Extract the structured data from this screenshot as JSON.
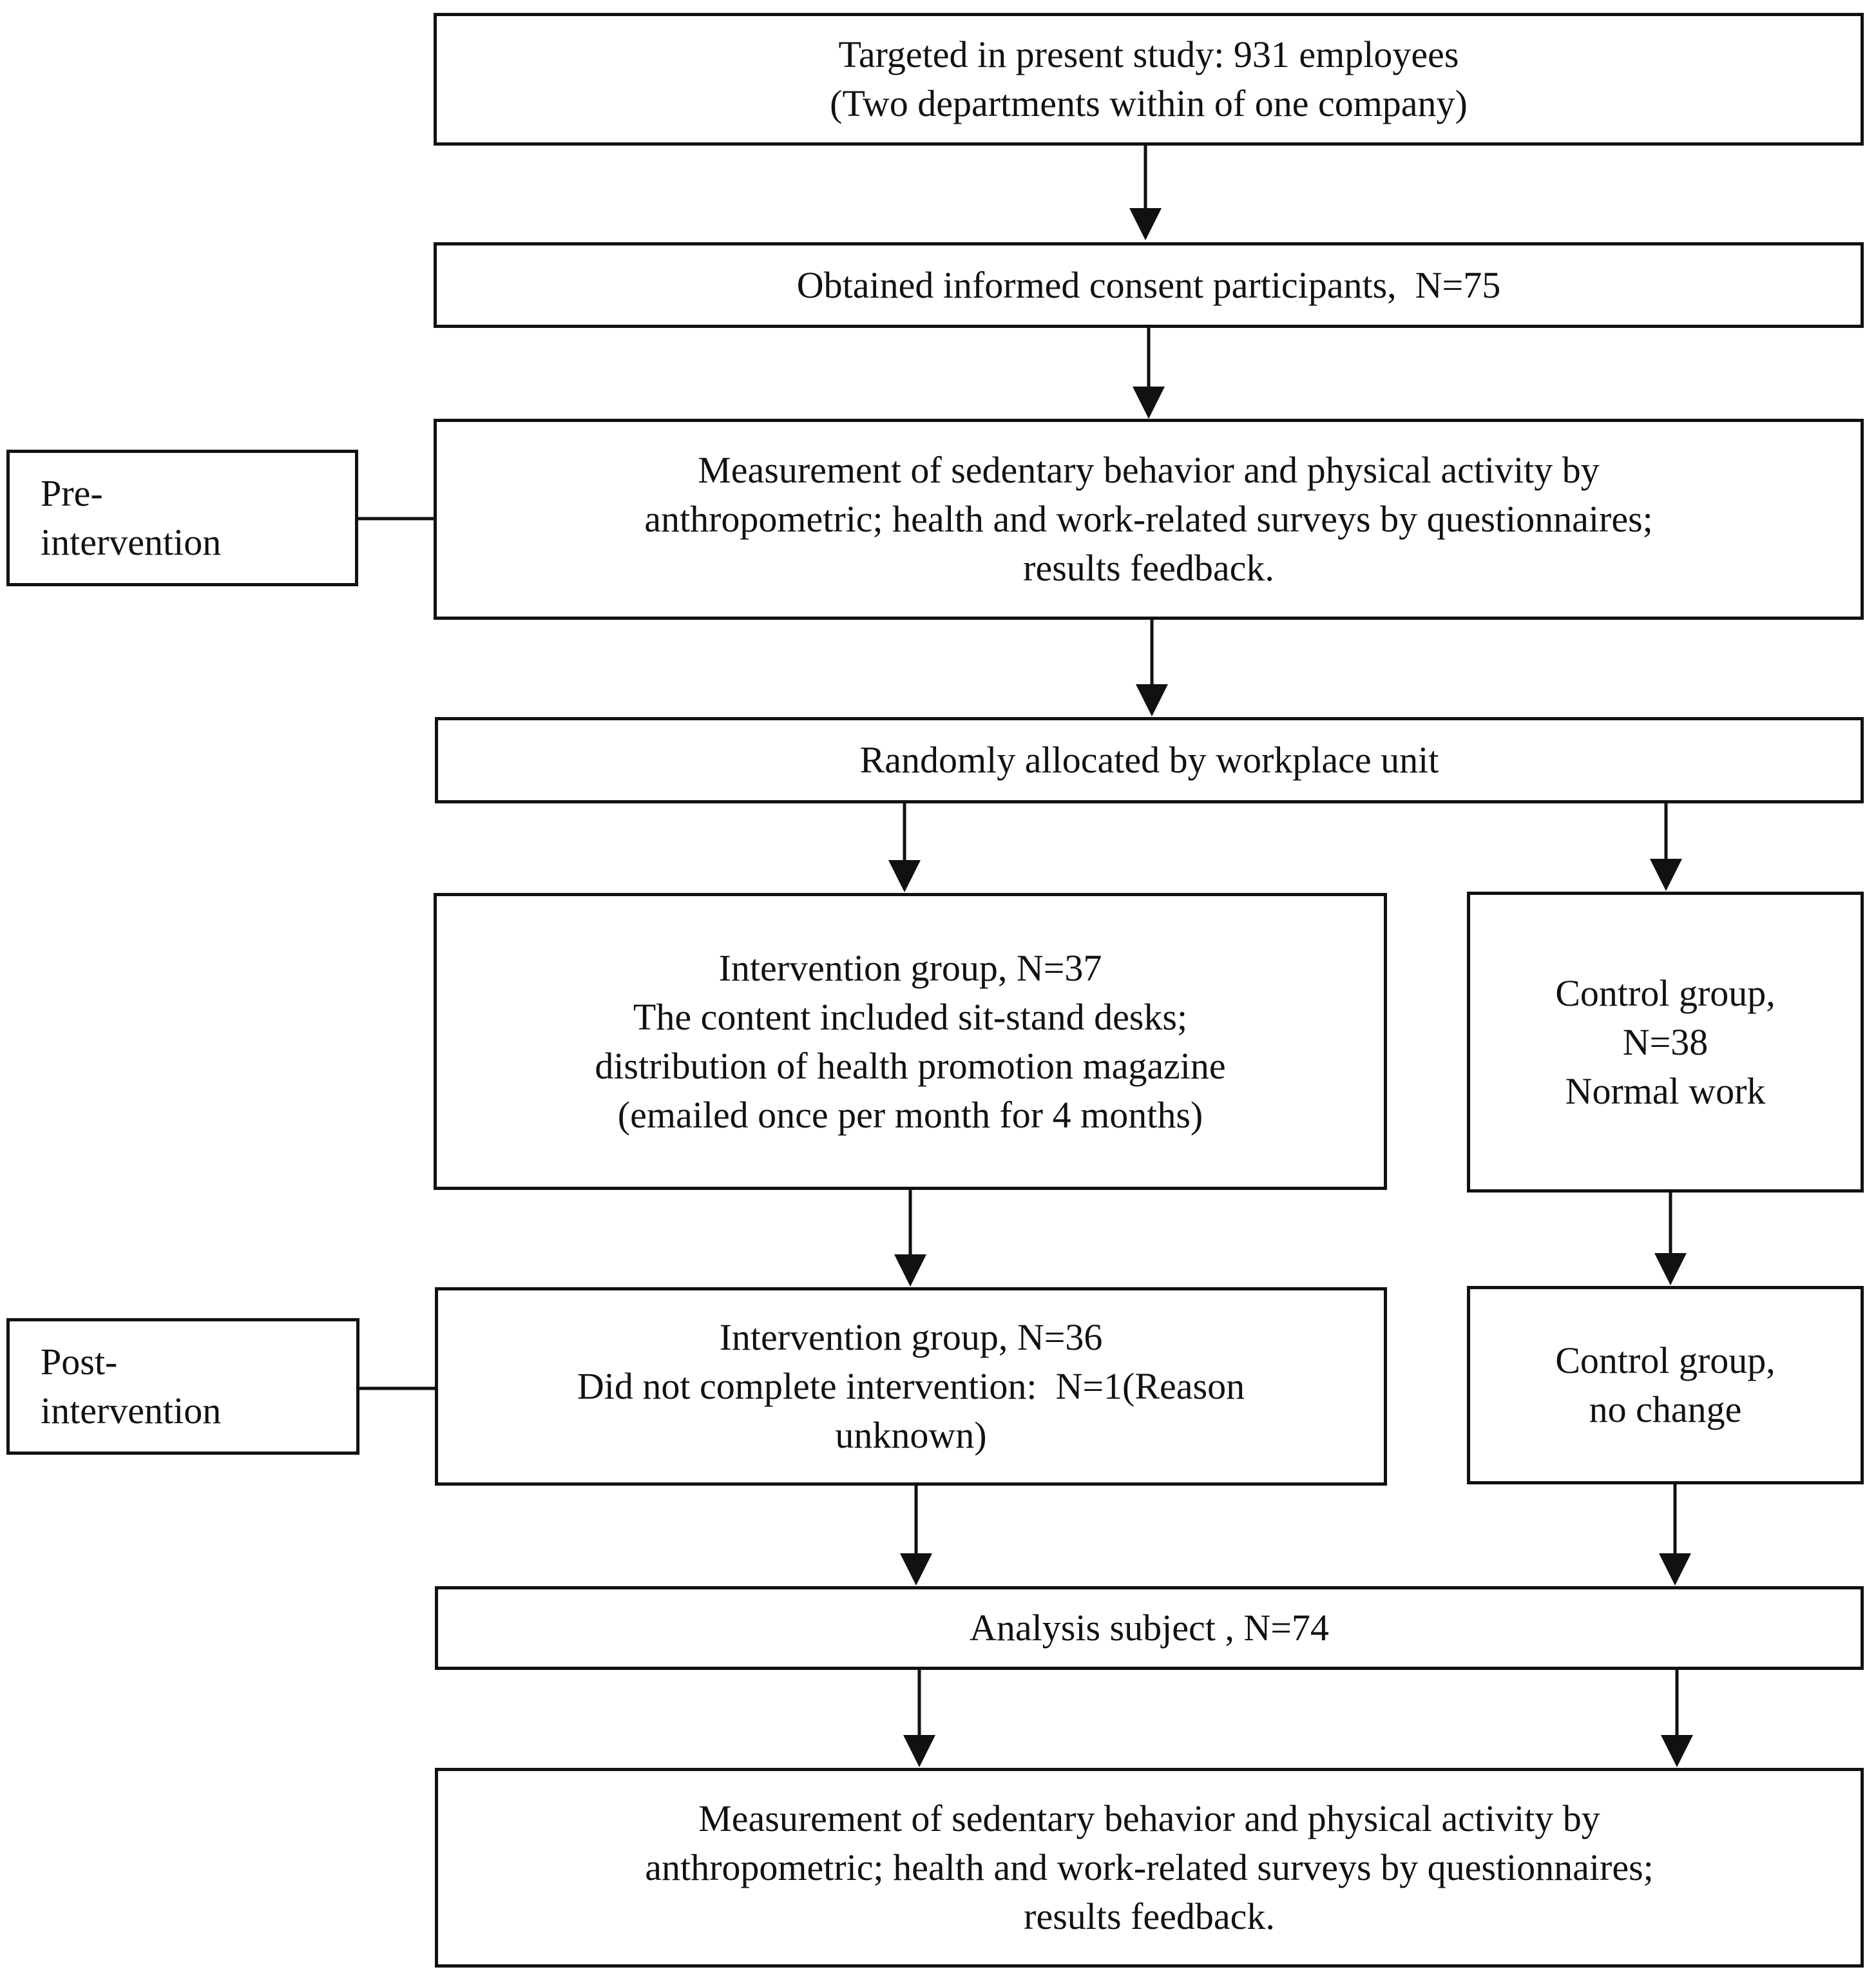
{
  "boxes": {
    "targeted": {
      "line1": "Targeted in present study: 931 employees",
      "line2": "(Two departments within of one company)"
    },
    "consent": {
      "line1": "Obtained informed consent participants,  N=75"
    },
    "pre_measure": {
      "line1": "Measurement of sedentary behavior and physical activity by",
      "line2": "anthropometric; health and work-related surveys by questionnaires;",
      "line3": "results feedback."
    },
    "randomly": {
      "line1": "Randomly allocated by workplace unit"
    },
    "intervention": {
      "line1": "Intervention group, N=37",
      "line2": "The content included sit-stand desks;",
      "line3": "distribution of health promotion magazine",
      "line4": "(emailed once per month for 4 months)"
    },
    "control": {
      "line1": "Control group,",
      "line2": "N=38",
      "line3": "Normal work"
    },
    "intervention_post": {
      "line1": "Intervention group, N=36",
      "line2": "Did not complete intervention:  N=1(Reason",
      "line3": "unknown)"
    },
    "control_post": {
      "line1": "Control group,",
      "line2": "no change"
    },
    "analysis": {
      "line1": "Analysis subject , N=74"
    },
    "post_measure": {
      "line1": "Measurement of sedentary behavior and physical activity by",
      "line2": "anthropometric; health and work-related surveys by questionnaires;",
      "line3": "results feedback."
    }
  },
  "side_labels": {
    "pre": {
      "line1": "Pre-",
      "line2": "intervention"
    },
    "post": {
      "line1": "Post-",
      "line2": "intervention"
    }
  }
}
